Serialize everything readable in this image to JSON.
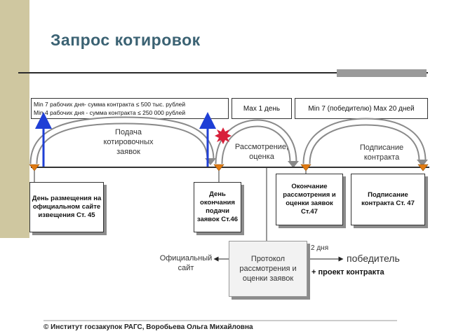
{
  "title": "Запрос котировок",
  "conditions": {
    "min_line1": "Min 7 рабочих дня- сумма контракта ≤ 500 тыс. рублей",
    "min_line2": "Min 4 рабочих дня - сумма контракта ≤ 250 000 рублей",
    "max_review": "Max 1 день",
    "min_max_sign": "Min 7 (победителю) Max 20 дней"
  },
  "arcs": {
    "submission": "Подача котировочных заявок",
    "review": "Рассмотрение, оценка",
    "signing": "Подписание контракта"
  },
  "milestones": {
    "publication": "День размещения на официальном сайте извещения Ст. 45",
    "deadline": "День окончания подачи заявок Ст.46",
    "review_end": "Окончание рассмотрения и оценки заявок Ст.47",
    "contract": "Подписание контракта Ст. 47"
  },
  "protocol": {
    "box": "Протокол рассмотрения и оценки заявок",
    "official_site": "Официальный сайт",
    "days": "2 дня",
    "winner": "победитель",
    "project": "+ проект контракта"
  },
  "footer": "© Институт госзакупок РАГС, Воробьева Ольга Михайловна",
  "colors": {
    "accent_blue": "#1f3fd6",
    "marker_orange": "#e07a12",
    "star_red": "#d8203a",
    "title": "#3b6273",
    "sidebar": "#cfc7a0"
  }
}
